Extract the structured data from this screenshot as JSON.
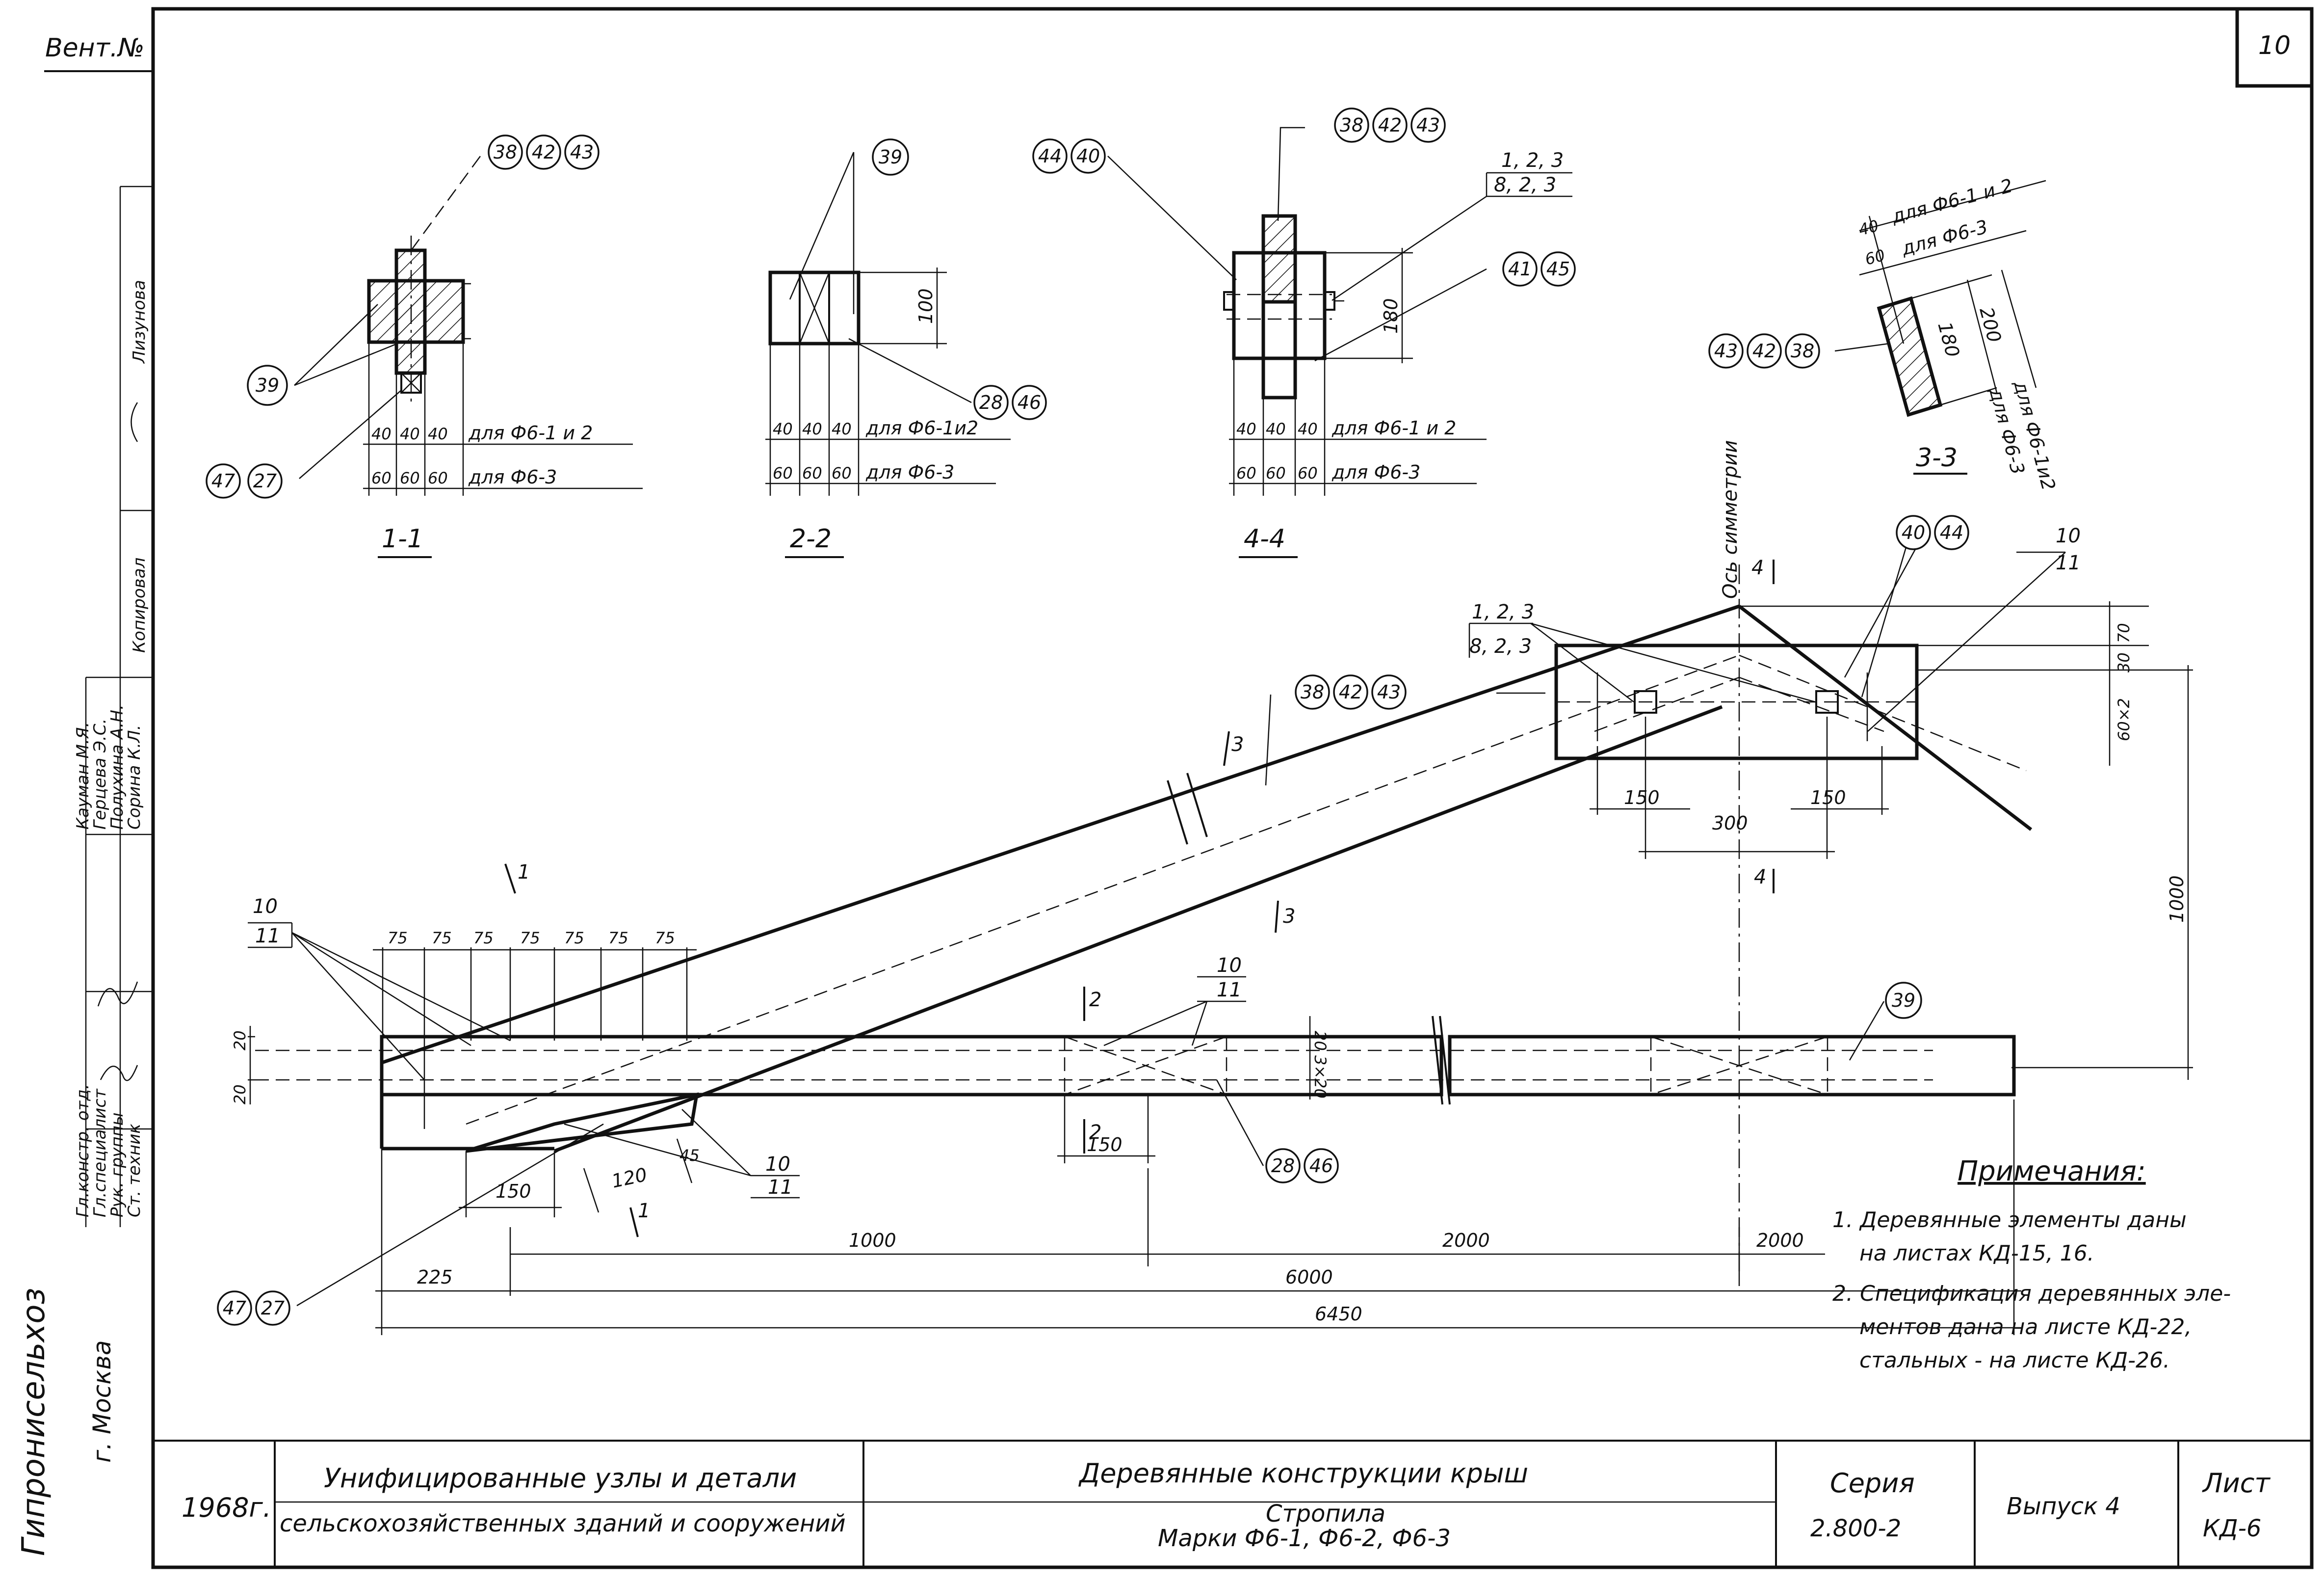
{
  "corner": {
    "inventory_label": "Вент.№",
    "sheet_number": "10"
  },
  "side_stamp": {
    "roles": [
      "Гл.констр. отд.",
      "Гл.специалист",
      "Рук. группы",
      "Ст. техник"
    ],
    "names": [
      "Кауман М.Я.",
      "Герцева Э.С.",
      "Полухина А.Н.",
      "Сорина К.Л."
    ],
    "col_headers": [
      "Лизунова",
      "Копировал"
    ],
    "org": "Гипронисельхоз",
    "city": "г. Москва"
  },
  "sections": {
    "s11": "1-1",
    "s22": "2-2",
    "s44": "4-4",
    "s33": "3-3",
    "cut1": "1",
    "cut2": "2",
    "cut3": "3",
    "cut4": "4"
  },
  "dims": {
    "for12": "для Ф6-1 и 2",
    "for12b": "для Ф6-1и2",
    "for3": "для Ф6-3",
    "w40": "40",
    "w60": "60",
    "h100": "100",
    "h180": "180",
    "h200": "200",
    "d75": "75",
    "d20": "20",
    "d3x20": "3×20",
    "d150": "150",
    "d120": "120",
    "d45": "45",
    "d300": "300",
    "d30": "30",
    "d70": "70",
    "d60x2": "60×2",
    "d1000": "1000",
    "d2000": "2000",
    "d225": "225",
    "d6000": "6000",
    "d6450": "6450",
    "axis": "Ось симметрии",
    "marks123": "1, 2, 3",
    "marks823": "8, 2, 3",
    "m10": "10",
    "m11": "11",
    "vfor3": "для Ф6-3",
    "vfor12": "для Ф6-1и2"
  },
  "bubbles": {
    "b38": "38",
    "b42": "42",
    "b43": "43",
    "b39": "39",
    "b47": "47",
    "b27": "27",
    "b44": "44",
    "b40": "40",
    "b41": "41",
    "b45": "45",
    "b28": "28",
    "b46": "46"
  },
  "notes": {
    "title": "Примечания:",
    "n1a": "1. Деревянные элементы даны",
    "n1b": "на листах КД-15, 16.",
    "n2a": "2. Спецификация деревянных эле-",
    "n2b": "ментов дана на листе КД-22,",
    "n2c": "стальных - на листе КД-26."
  },
  "title_block": {
    "year": "1968г.",
    "unified_1": "Унифицированные узлы и детали",
    "unified_2": "сельскохозяйственных зданий и сооружений",
    "main_title": "Деревянные конструкции крыш",
    "subtitle": "Стропила",
    "marks": "Марки Ф6-1, Ф6-2, Ф6-3",
    "series_label": "Серия",
    "series_value": "2.800-2",
    "issue": "Выпуск 4",
    "sheet_label": "Лист",
    "sheet_value": "КД-6"
  }
}
